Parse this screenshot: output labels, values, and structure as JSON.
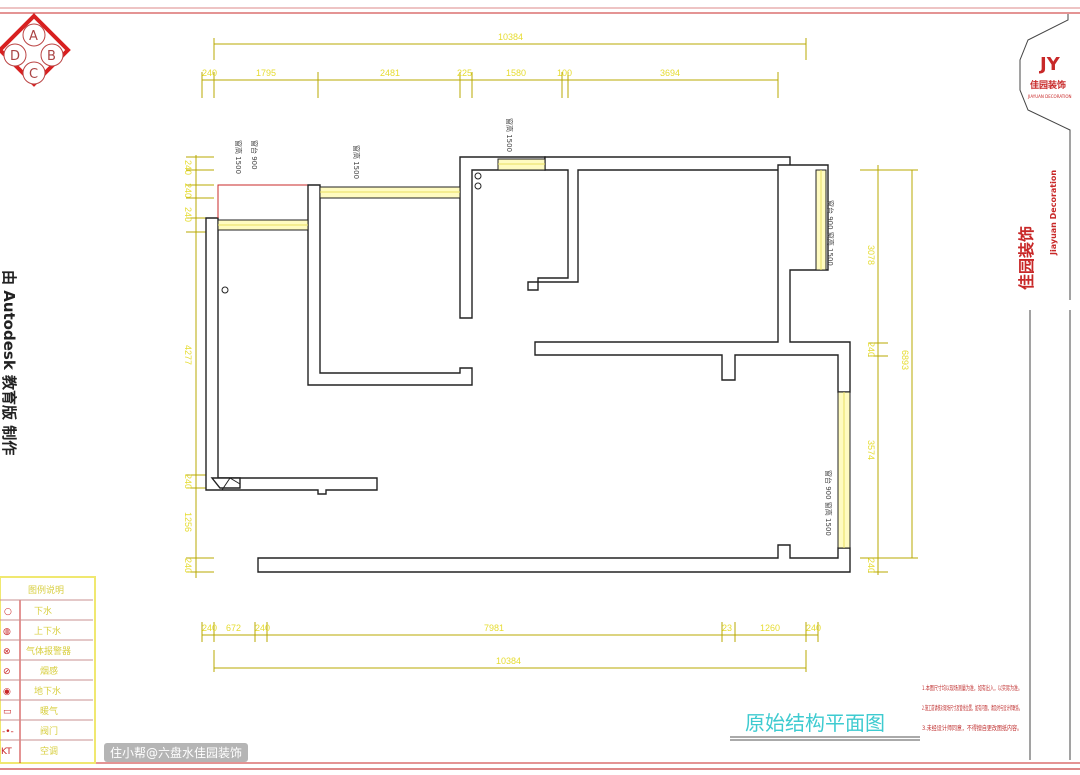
{
  "logo_left": {
    "letters": [
      "A",
      "B",
      "C",
      "D"
    ]
  },
  "side_text_left": "由 Autodesk 教育版 制作",
  "dimensions": {
    "top_total": "10384",
    "top_segments": [
      "240",
      "1795",
      "2481",
      "225",
      "1580",
      "100",
      "3694"
    ],
    "bottom_segments": [
      "240",
      "672",
      "240",
      "7981",
      "23",
      "1260",
      "240"
    ],
    "bottom_total": "10384",
    "left_segments": [
      "240",
      "240",
      "240",
      "4277",
      "240",
      "1256",
      "240"
    ],
    "right_segments": [
      "3078",
      "240",
      "3574",
      "240"
    ],
    "right_total": "6893"
  },
  "plan_labels": [
    "窗高 1500",
    "窗台 900",
    "窗高 1500",
    "窗高 1500",
    "窗台 900 窗高 1500",
    "窗台 900 窗高 1500"
  ],
  "legend": {
    "title": "图例说明",
    "items": [
      {
        "symbol": "○",
        "label": "下水"
      },
      {
        "symbol": "◍",
        "label": "上下水"
      },
      {
        "symbol": "⊗",
        "label": "气体报警器"
      },
      {
        "symbol": "⊘",
        "label": "烟感"
      },
      {
        "symbol": "◉",
        "label": "地下水"
      },
      {
        "symbol": "▭",
        "label": "暖气"
      },
      {
        "symbol": "-•-",
        "label": "阀门"
      },
      {
        "symbol": "KT",
        "label": "空调"
      }
    ]
  },
  "drawing_title": "原始结构平面图",
  "notes": [
    "1.本图尺寸均以现场测量为准，如有出入，以实际为准。",
    "2.施工前请核对现场尺寸及管线位置，如有问题，请及时与设计师联系。",
    "3.未经设计师同意，不得擅自更改图纸内容。"
  ],
  "brand": {
    "name": "佳园装饰",
    "english": "Jiayuan Decoration",
    "short": "JIAYUAN DECORATION"
  },
  "watermark": "住小帮@六盘水佳园装饰",
  "colors": {
    "frame": "#c82828",
    "dimension": "#e6dc30",
    "title": "#3ecbd0",
    "wall": "#222222"
  }
}
